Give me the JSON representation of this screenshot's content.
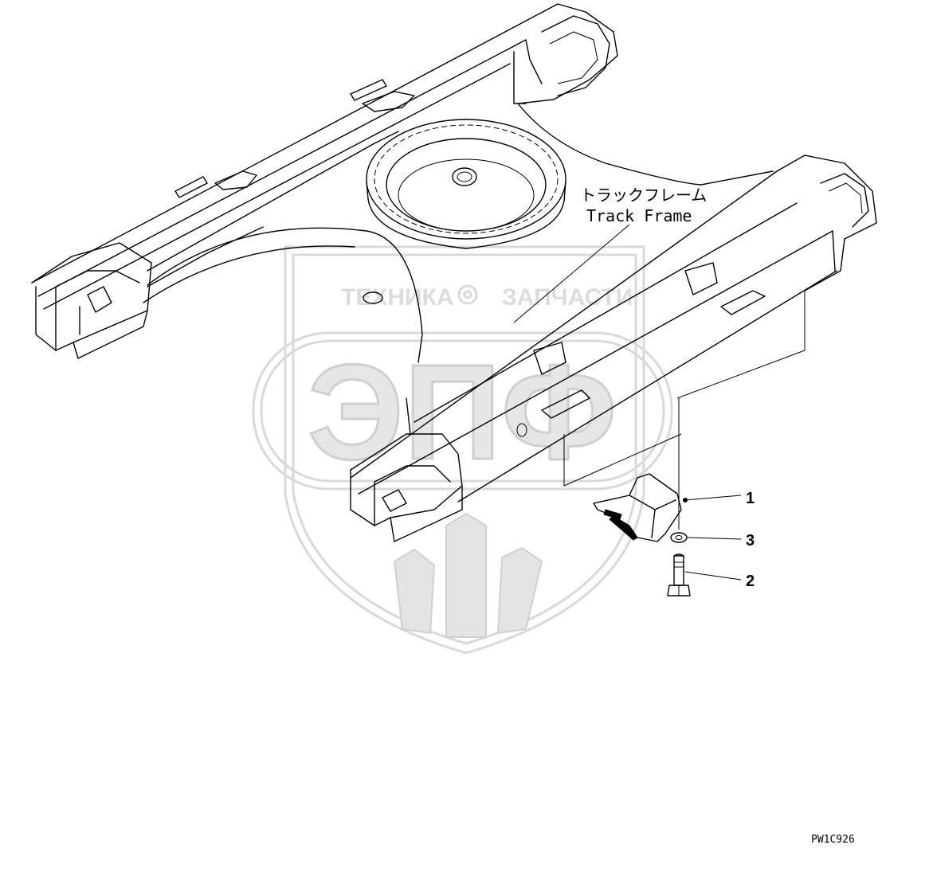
{
  "frame_label": {
    "japanese": "トラックフレーム",
    "english": "Track Frame"
  },
  "watermark": {
    "text_left": "ТЕХНИКА",
    "text_right": "ЗАПЧАСТИ",
    "logo": "ЭПФ"
  },
  "callouts": [
    {
      "number": "1"
    },
    {
      "number": "3"
    },
    {
      "number": "2"
    }
  ],
  "drawing_code": "PW1C926"
}
